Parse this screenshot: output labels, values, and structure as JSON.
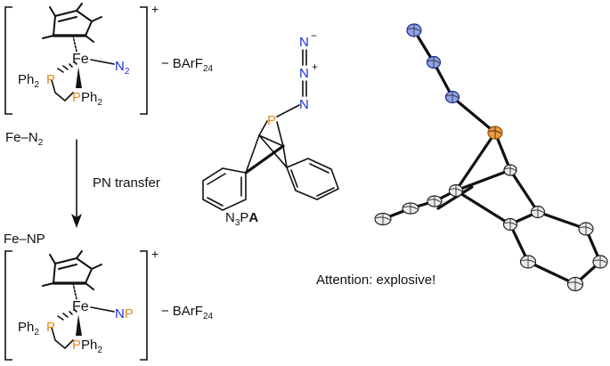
{
  "colors": {
    "phosphorus": "#e68a1e",
    "nitrogen": "#1c2fd6",
    "text": "#111111"
  },
  "top_complex": {
    "fe": "Fe",
    "ligand_n": "N",
    "ligand_n_sub": "2",
    "ph2_left": "Ph",
    "ph2_left_sub": "2",
    "p_left": "P",
    "p_bottom": "P",
    "ph2_bottom": "Ph",
    "ph2_bottom_sub": "2",
    "charge": "+",
    "counterion_prefix": "−",
    "counterion": "BArF",
    "counterion_sub": "24",
    "label": "Fe–N",
    "label_sub": "2"
  },
  "arrow_label": "PN transfer",
  "bottom_complex": {
    "label": "Fe–NP",
    "fe": "Fe",
    "ligand_n": "N",
    "ligand_p": "P",
    "ph2_left": "Ph",
    "ph2_left_sub": "2",
    "p_left": "P",
    "p_bottom": "P",
    "ph2_bottom": "Ph",
    "ph2_bottom_sub": "2",
    "charge": "+",
    "counterion_prefix": "−",
    "counterion": "BArF",
    "counterion_sub": "24"
  },
  "reagent": {
    "n_top": "N",
    "n_top_charge": "−",
    "n_mid": "N",
    "n_mid_charge": "+",
    "n_low": "N",
    "p": "P",
    "label_n": "N",
    "label_sub": "3",
    "label_p": "P",
    "label_a": "A"
  },
  "warning": "Attention: explosive!"
}
